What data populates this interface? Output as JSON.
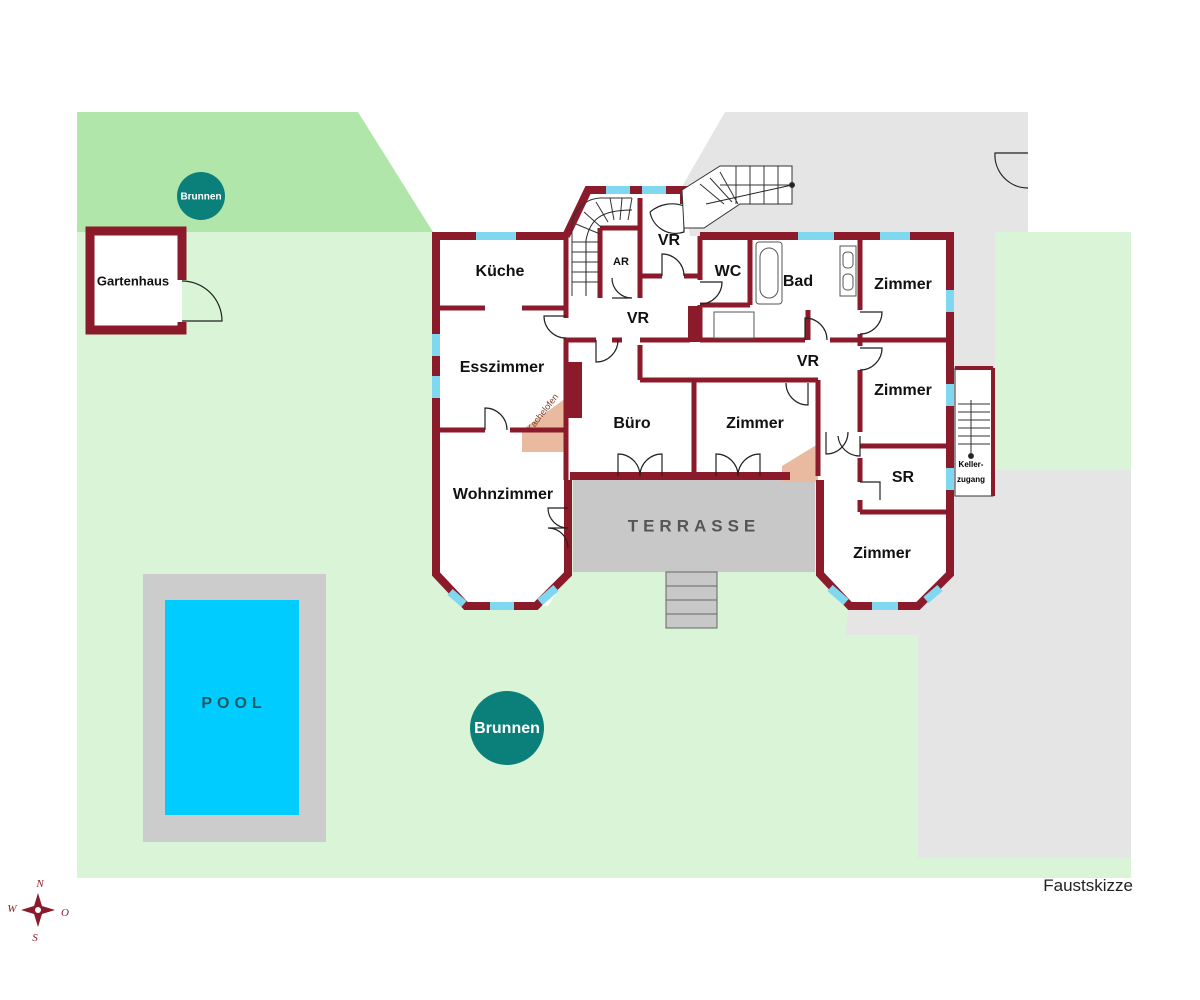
{
  "colors": {
    "wall": "#8b1a2b",
    "window": "#7fd8f0",
    "lawn": "#d9f4d6",
    "lawn_dark": "#b0e6aa",
    "paved": "#e5e5e5",
    "terrace": "#c8c8c8",
    "pool_border": "#cccccc",
    "pool_water": "#00ccff",
    "well": "#0b7f7a",
    "stove": "#e9b9a0"
  },
  "rooms": {
    "kueche": "Küche",
    "esszimmer": "Esszimmer",
    "wohnzimmer": "Wohnzimmer",
    "buero": "Büro",
    "ar": "AR",
    "vr_top": "VR",
    "vr_mid": "VR",
    "vr_right": "VR",
    "wc": "WC",
    "bad": "Bad",
    "zimmer_1": "Zimmer",
    "zimmer_2": "Zimmer",
    "zimmer_center": "Zimmer",
    "zimmer_corner": "Zimmer",
    "sr": "SR",
    "gartenhaus": "Gartenhaus",
    "kachelofen": "Kachelofen",
    "kellerzugang_1": "Keller-",
    "kellerzugang_2": "zugang"
  },
  "outdoor": {
    "terrasse": "TERRASSE",
    "pool": "POOL",
    "brunnen_small": "Brunnen",
    "brunnen_large": "Brunnen"
  },
  "compass": {
    "n": "N",
    "s": "S",
    "w": "W",
    "o": "O"
  },
  "caption": "Faustskizze"
}
